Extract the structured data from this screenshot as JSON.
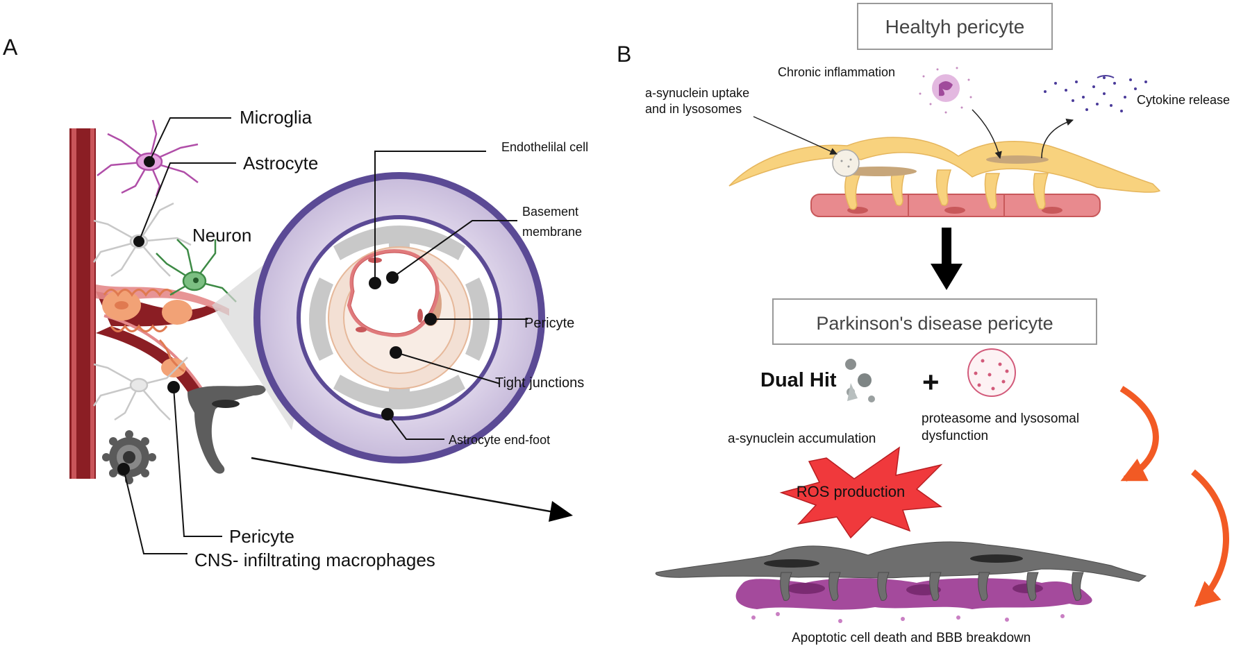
{
  "panel_a": {
    "letter": "A",
    "labels": {
      "microglia": "Microglia",
      "astrocyte": "Astrocyte",
      "neuron": "Neuron",
      "endothelial": "Endothelilal cell",
      "basement_1": "Basement",
      "basement_2": "membrane",
      "pericyte_cs": "Pericyte",
      "tight_junctions": "Tight junctions",
      "astrocyte_endfoot": "Astrocyte end-foot",
      "pericyte": "Pericyte",
      "macrophages": "CNS- infiltrating macrophages"
    }
  },
  "panel_b": {
    "letter": "B",
    "healthy_title": "Healtyh pericyte",
    "chronic_inflammation": "Chronic inflammation",
    "uptake_1": "a-synuclein uptake",
    "uptake_2": "and in lysosomes",
    "cytokine_release": "Cytokine release",
    "pd_title": "Parkinson's disease pericyte",
    "dual_hit": "Dual Hit",
    "plus": "+",
    "proteasome_1": "proteasome and lysosomal",
    "proteasome_2": "dysfunction",
    "accumulation": "a-synuclein accumulation",
    "ros": "ROS production",
    "apoptotic": "Apoptotic cell death and BBB breakdown"
  },
  "colors": {
    "vessel": "#8b1e24",
    "pericyte_healthy": "#f8d27e",
    "pericyte_dead": "#6e6e6e",
    "endothelial": "#de7a7c",
    "microglia": "#b04ea8",
    "neuron": "#3d8a45",
    "membrane_outer": "#4d3b8c",
    "ros": "#f0393c",
    "orange_arrow": "#f25a24",
    "apoptotic": "#a44a9c"
  }
}
